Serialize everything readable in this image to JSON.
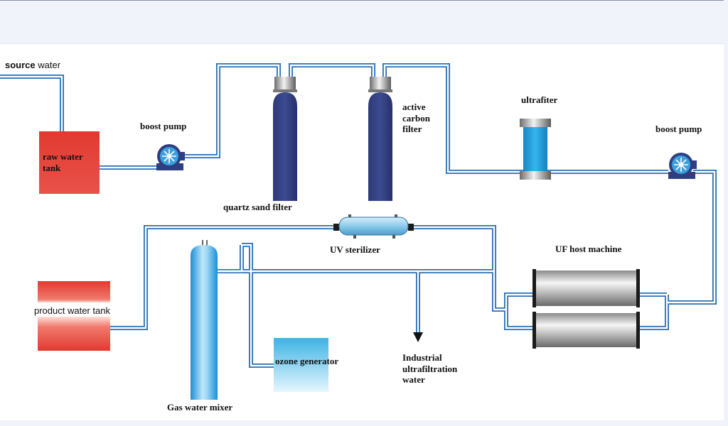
{
  "colors": {
    "pipe": "#2a6fb5",
    "pipe_inner": "#ffffff",
    "tank_red": "#e23a30",
    "filter_blue": "#34407f",
    "ultrafilter_cyan": "#1f9ad8",
    "ozone_cyan": "#47b9e6",
    "background_band": "#f0f3fa"
  },
  "labels": {
    "source_water_bold": "source",
    "source_water_rest": "water",
    "raw_water_tank": "raw water tank",
    "boost_pump_left": "boost pump",
    "quartz_sand_filter": "quartz sand filter",
    "active_carbon_filter": "active carbon filter",
    "ultrafilter": "ultrafiter",
    "boost_pump_right": "boost pump",
    "uv_sterilizer": "UV sterilizer",
    "uf_host_machine": "UF host machine",
    "product_water_tank": "product water tank",
    "ozone_generator": "ozone generator",
    "gas_water_mixer": "Gas water mixer",
    "industrial_water": "Industrial ultrafiltration water"
  },
  "icons": [
    "pump-icon",
    "filter-tank-icon",
    "uv-sterilizer-icon",
    "membrane-module-icon",
    "outlet-arrow-icon"
  ]
}
